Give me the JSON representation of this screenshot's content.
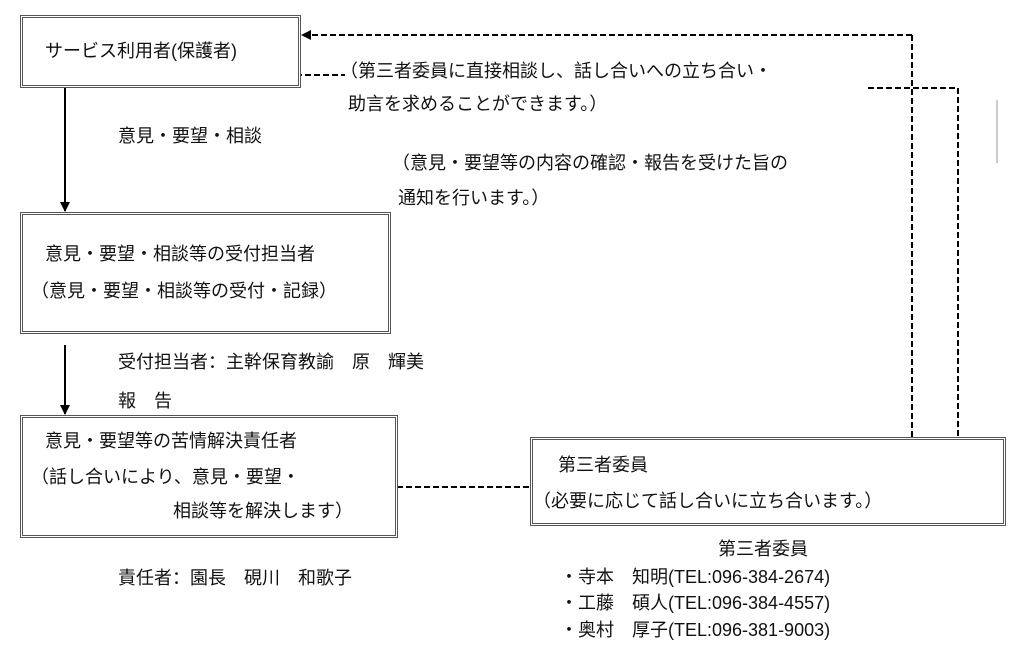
{
  "user_box": {
    "label": "サービス利用者(保護者)"
  },
  "reception_box": {
    "line1": "意見・要望・相談等の受付担当者",
    "line2": "（意見・要望・相談等の受付・記録）"
  },
  "resolver_box": {
    "line1": "意見・要望等の苦情解決責任者",
    "line2": "（話し合いにより、意見・要望・",
    "line3": "相談等を解決します）"
  },
  "committee_box": {
    "line1": "第三者委員",
    "line2": "（必要に応じて話し合いに立ち合います。）"
  },
  "labels": {
    "opinion": "意見・要望・相談",
    "direct_consult_1": "（第三者委員に直接相談し、話し合いへの立ち合い・",
    "direct_consult_2": "助言を求めることができます。）",
    "notice_1": "（意見・要望等の内容の確認・報告を受けた旨の",
    "notice_2": "通知を行います。）",
    "reception_person": "受付担当者：主幹保育教諭　原　輝美",
    "report": "報　告",
    "responsible_person": "責任者：園長　硯川　和歌子"
  },
  "committee_list": {
    "title": "第三者委員",
    "members": [
      "・寺本　知明(TEL:096-384-2674)",
      "・工藤　碩人(TEL:096-384-4557)",
      "・奥村　厚子(TEL:096-381-9003)"
    ]
  }
}
